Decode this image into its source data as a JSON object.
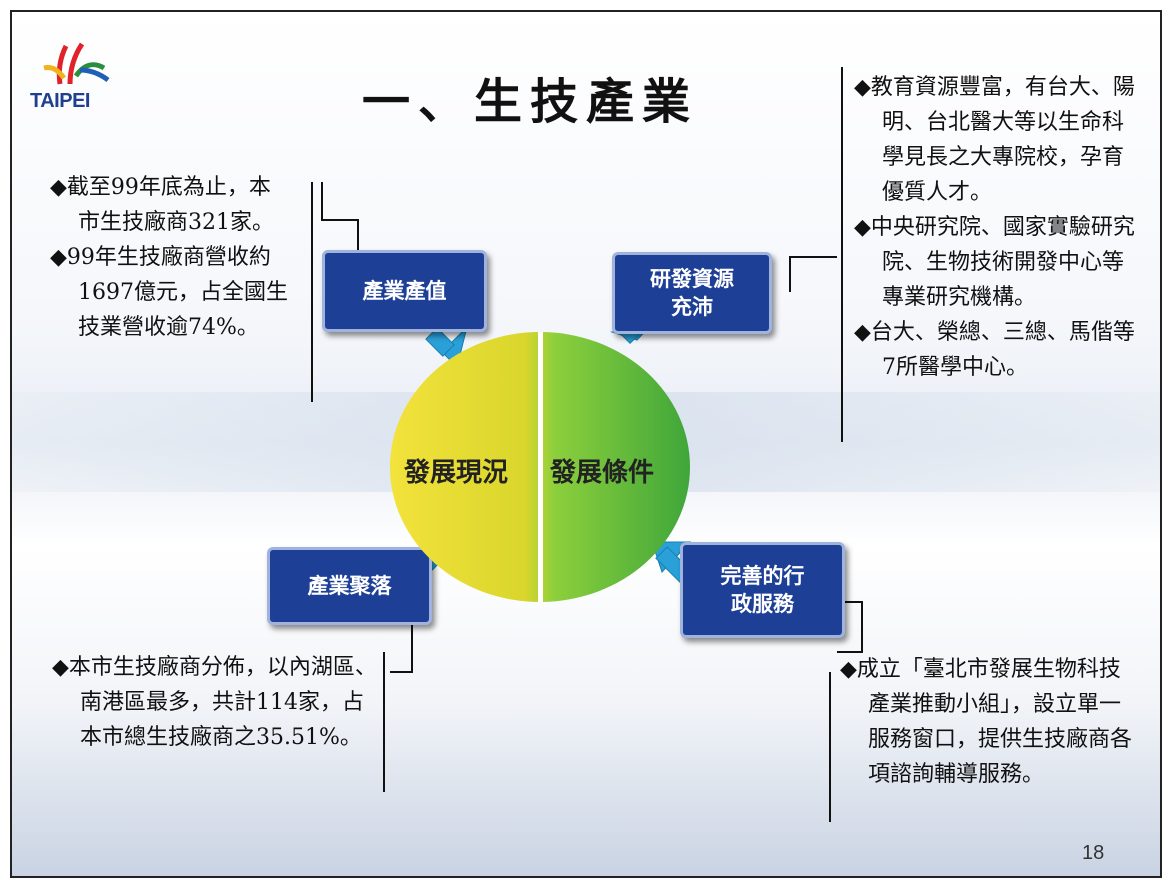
{
  "logo": {
    "text": "TAIPEI"
  },
  "title": "一、生技產業",
  "boxes": {
    "industry_value": "產業產值",
    "research_resources": "研發資源\n充沛",
    "industry_cluster": "產業聚落",
    "admin_service": "完善的行\n政服務"
  },
  "circle": {
    "left_label": "發展現況",
    "right_label": "發展條件"
  },
  "left_top": [
    "◆截至99年底為止，本市生技廠商321家。",
    "◆99年生技廠商營收約1697億元，占全國生技業營收逾74%。"
  ],
  "right_top": [
    "◆教育資源豐富，有台大、陽明、台北醫大等以生命科學見長之大專院校，孕育優質人才。",
    "◆中央研究院、國家實驗研究院、生物技術開發中心等專業研究機構。",
    "◆台大、榮總、三總、馬偕等7所醫學中心。"
  ],
  "left_bottom": [
    "◆本市生技廠商分佈，以內湖區、南港區最多，共計114家，占本市總生技廠商之35.51%。"
  ],
  "right_bottom": [
    "◆成立「臺北市發展生物科技產業推動小組」，設立單一服務窗口，提供生技廠商各項諮詢輔導服務。"
  ],
  "page_number": "18",
  "colors": {
    "box": "#1e3f96",
    "arrow": "#2aa0d8",
    "circle_left": "#f3e23c",
    "circle_right": "#3fa63a"
  }
}
